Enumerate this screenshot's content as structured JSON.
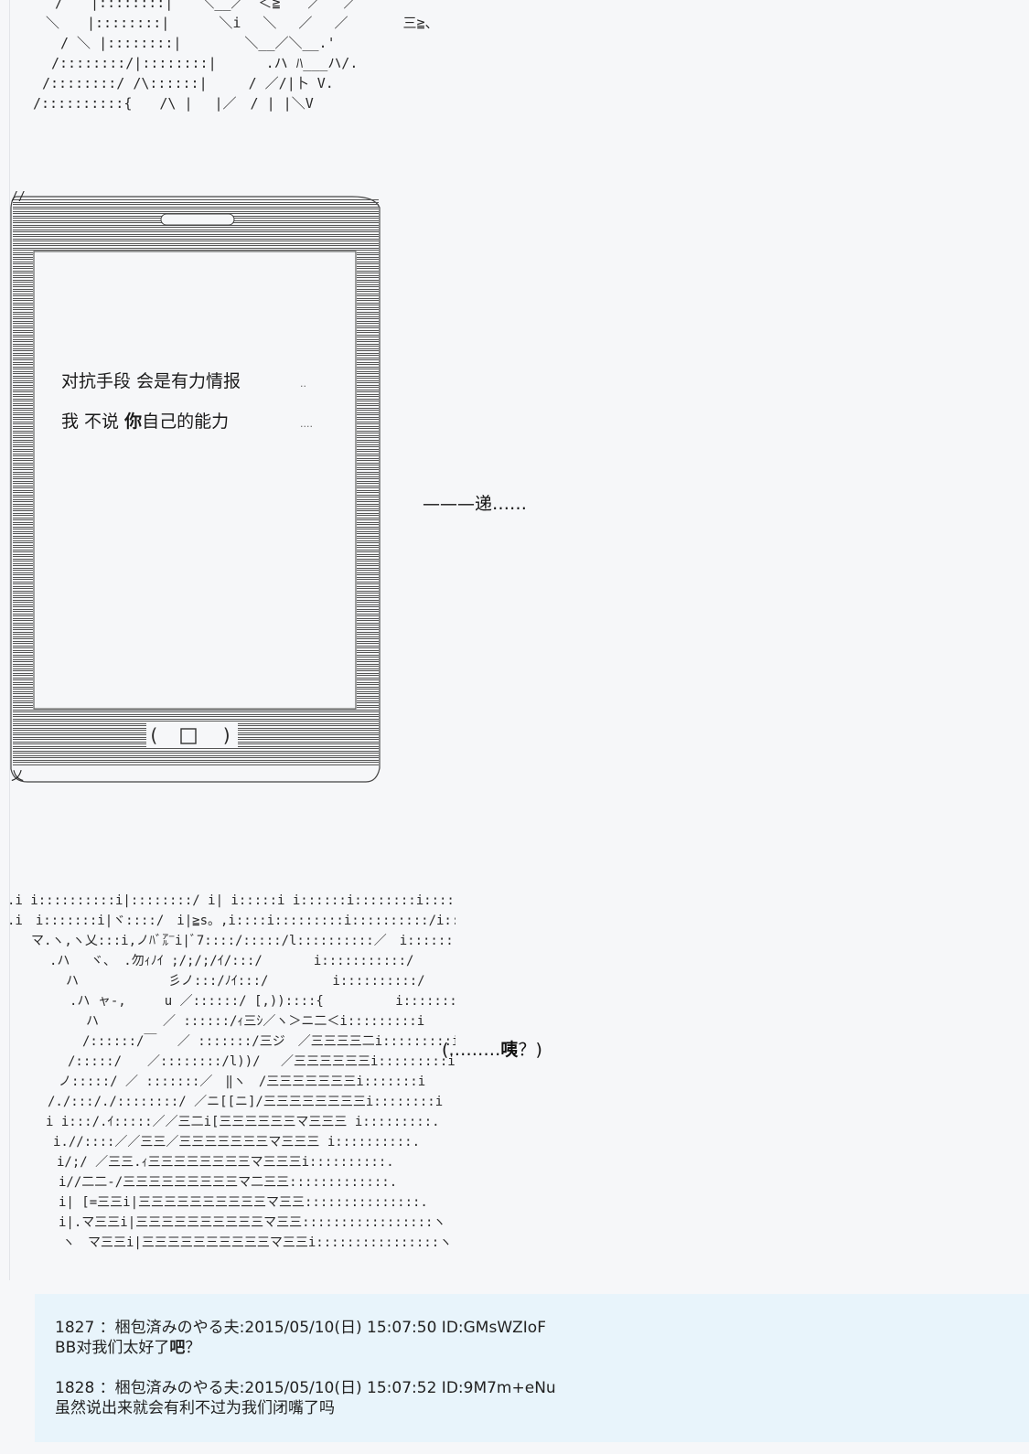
{
  "phone": {
    "line1": "对抗手段 会是有力情报",
    "line2_a": "我 不说 ",
    "line2_b": "你",
    "line2_c": "自己的能力"
  },
  "narration": {
    "hand_over": "———递……",
    "reaction_a": "(………",
    "reaction_b": "咦",
    "reaction_c": "？)"
  },
  "comments": [
    {
      "header": "1827 ：梱包済みのやる夫:2015/05/10(日) 15:07:50 ID:GMsWZIoF",
      "body_a": "BB对我们太好了",
      "body_b": "吧",
      "body_c": "？"
    },
    {
      "header": "1828 ：梱包済みのやる夫:2015/05/10(日) 15:07:52 ID:9M7m+eNu",
      "body": "虽然说出来就会有利不过为我们闭嘴了吗"
    }
  ]
}
